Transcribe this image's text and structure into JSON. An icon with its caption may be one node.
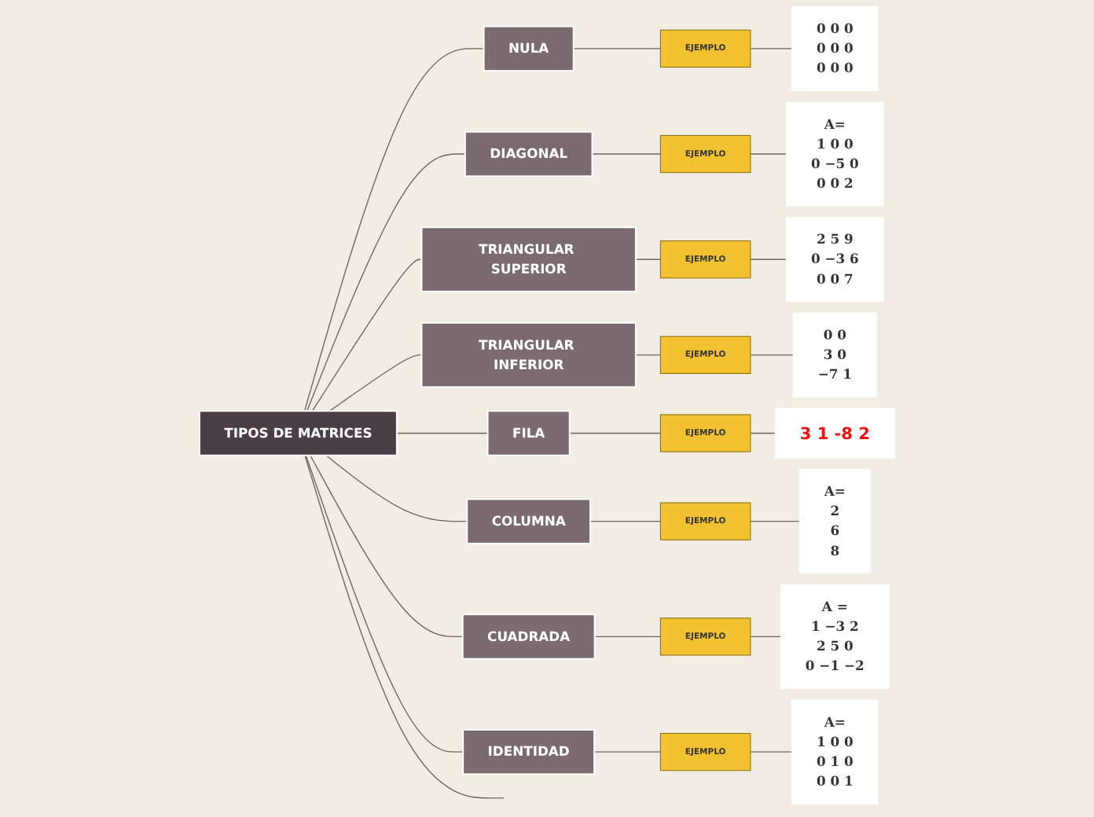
{
  "diagram": {
    "nodes": [
      {
        "text": [
          "TIPOS DE MATRICES"
        ]
      },
      {
        "text": [
          "NULA"
        ]
      },
      {
        "text": [
          "EJEMPLO"
        ]
      },
      {
        "text": [
          "0 0 0",
          "0 0 0",
          "0 0 0"
        ]
      },
      {
        "text": [
          "DIAGONAL"
        ]
      },
      {
        "text": [
          "EJEMPLO"
        ]
      },
      {
        "text": [
          "A=",
          "1 0 0",
          "0 −5 0",
          "0 0 2"
        ]
      },
      {
        "text": [
          "TRIANGULAR SUPERIOR"
        ]
      },
      {
        "text": [
          "EJEMPLO"
        ]
      },
      {
        "text": [
          "2 5 9",
          "0 −3 6",
          "0 0 7"
        ]
      },
      {
        "text": [
          "TRIANGULAR INFERIOR"
        ]
      },
      {
        "text": [
          "EJEMPLO"
        ]
      },
      {
        "text": [
          "0 0",
          "3 0",
          "−7 1"
        ]
      },
      {
        "text": [
          "FILA"
        ]
      },
      {
        "text": [
          "EJEMPLO"
        ]
      },
      {
        "text": [
          "3 1 -8 2"
        ]
      },
      {
        "text": [
          "COLUMNA"
        ]
      },
      {
        "text": [
          "EJEMPLO"
        ]
      },
      {
        "text": [
          "A=",
          "2",
          "6",
          "8"
        ]
      },
      {
        "text": [
          "CUADRADA"
        ]
      },
      {
        "text": [
          "EJEMPLO"
        ]
      },
      {
        "text": [
          "A =",
          "1 −3 2",
          "2 5 0",
          "0 −1 −2"
        ]
      },
      {
        "text": [
          "IDENTIDAD"
        ]
      },
      {
        "text": [
          "EJEMPLO"
        ]
      },
      {
        "text": [
          "A=",
          "1 0 0",
          "0 1 0",
          "0 0 1"
        ]
      }
    ],
    "edges": [
      {
        "from": 0,
        "to": 1,
        "arrow": "none"
      },
      {
        "from": 1,
        "to": 2,
        "arrow": "none"
      },
      {
        "from": 2,
        "to": 3,
        "arrow": "none"
      },
      {
        "from": 0,
        "to": 4,
        "arrow": "none"
      },
      {
        "from": 4,
        "to": 5,
        "arrow": "none"
      },
      {
        "from": 5,
        "to": 6,
        "arrow": "none"
      },
      {
        "from": 0,
        "to": 7,
        "arrow": "none"
      },
      {
        "from": 7,
        "to": 8,
        "arrow": "none"
      },
      {
        "from": 8,
        "to": 9,
        "arrow": "none"
      },
      {
        "from": 0,
        "to": 10,
        "arrow": "none"
      },
      {
        "from": 10,
        "to": 11,
        "arrow": "none"
      },
      {
        "from": 11,
        "to": 12,
        "arrow": "none"
      },
      {
        "from": 0,
        "to": 13,
        "arrow": "none"
      },
      {
        "from": 13,
        "to": 14,
        "arrow": "none"
      },
      {
        "from": 14,
        "to": 15,
        "arrow": "none"
      },
      {
        "from": 0,
        "to": 16,
        "arrow": "none"
      },
      {
        "from": 16,
        "to": 17,
        "arrow": "none"
      },
      {
        "from": 17,
        "to": 18,
        "arrow": "none"
      },
      {
        "from": 0,
        "to": 19,
        "arrow": "none"
      },
      {
        "from": 19,
        "to": 20,
        "arrow": "none"
      },
      {
        "from": 20,
        "to": 21,
        "arrow": "none"
      },
      {
        "from": 0,
        "to": 22,
        "arrow": "none"
      },
      {
        "from": 22,
        "to": 23,
        "arrow": "none"
      },
      {
        "from": 23,
        "to": 24,
        "arrow": "none"
      },
      {
        "from": 0,
        "to": null,
        "arrow": "none"
      }
    ]
  }
}
